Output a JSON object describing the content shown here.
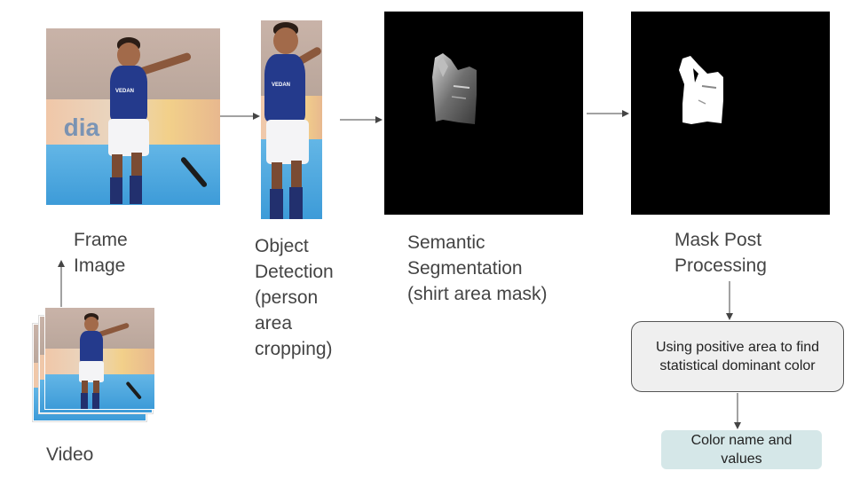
{
  "stages": {
    "frame": {
      "lines": [
        "Frame",
        "Image"
      ]
    },
    "video": {
      "lines": [
        "Video"
      ]
    },
    "detection": {
      "lines": [
        "Object",
        "Detection",
        "(person",
        "area",
        "cropping)"
      ]
    },
    "segmentation": {
      "lines": [
        "Semantic",
        "Segmentation",
        "(shirt area mask)"
      ]
    },
    "postprocess": {
      "lines": [
        "Mask Post",
        "Processing"
      ]
    }
  },
  "boxes": {
    "dominant_color": "Using positive area to find statistical dominant color",
    "output": "Color name and values"
  },
  "images": {
    "frame_image": "hockey-player-frame-photo",
    "video_stack": "video-frames-stack-photo",
    "person_crop": "person-crop-photo",
    "shirt_mask": "grayscale-shirt-mask",
    "binary_mask": "binary-shirt-mask"
  },
  "colors": {
    "box_fill": "#efefef",
    "output_fill": "#d5e7e8",
    "mask_bg": "#000000",
    "text": "#444444"
  }
}
